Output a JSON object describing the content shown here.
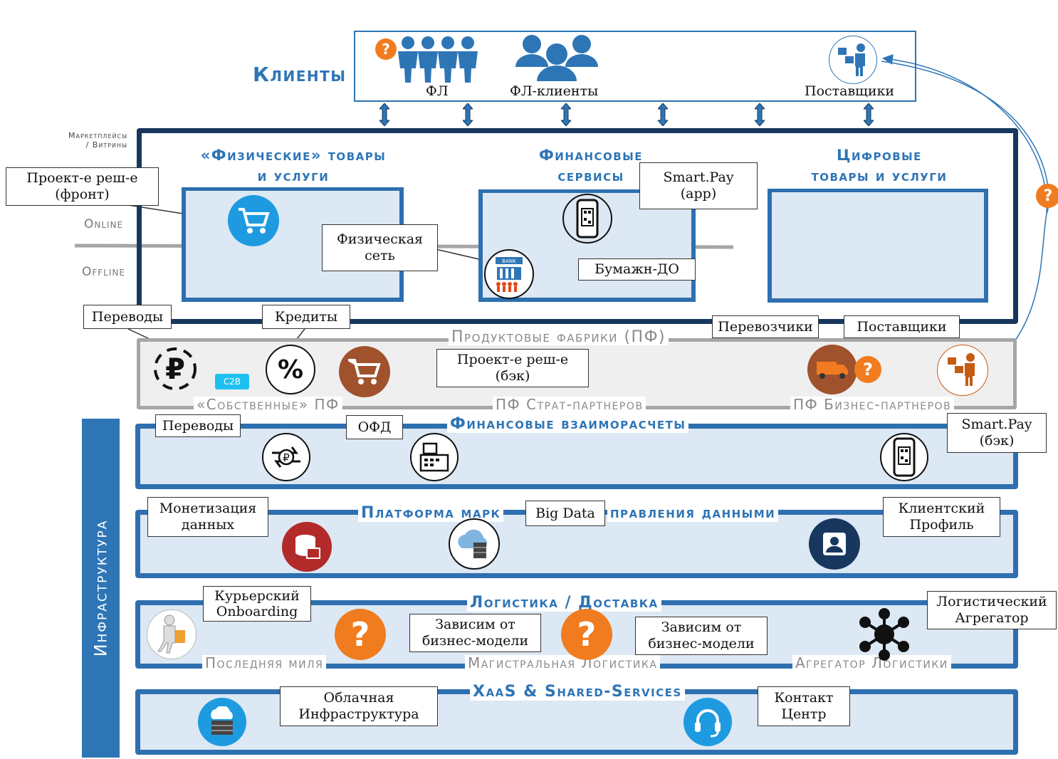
{
  "clients": {
    "title": "Клиенты",
    "fl": "ФЛ",
    "fl_clients": "ФЛ-клиенты",
    "suppliers": "Поставщики"
  },
  "marketplaces": {
    "side_label_1": "Маркетплейсы",
    "side_label_2": "/ Витрины",
    "online": "Online",
    "offline": "Offline",
    "physical_title_1": "«Физические» товары",
    "physical_title_2": "и услуги",
    "financial_title_1": "Финансовые",
    "financial_title_2": "сервисы",
    "digital_title_1": "Цифровые",
    "digital_title_2": "товары и услуги",
    "bank_badge": "BANK"
  },
  "callouts": {
    "front_1": "Проект-е реш-е",
    "front_2": "(фронт)",
    "smartpay_app_1": "Smart.Pay",
    "smartpay_app_2": "(app)",
    "physical_network_1": "Физическая",
    "physical_network_2": "сеть",
    "paper_do": "Бумажн-ДО",
    "transfers_top": "Переводы",
    "credits": "Кредиты",
    "carriers": "Перевозчики",
    "suppliers_pf": "Поставщики",
    "back_1": "Проект-е реш-е",
    "back_2": "(бэк)",
    "transfers_fin": "Переводы",
    "ofd": "ОФД",
    "smartpay_back_1": "Smart.Pay",
    "smartpay_back_2": "(бэк)",
    "monetization_1": "Монетизация",
    "monetization_2": "данных",
    "big_data": "Big Data",
    "client_profile_1": "Клиентский",
    "client_profile_2": "Профиль",
    "courier_1": "Курьерский",
    "courier_2": "Onboarding",
    "depends1_1": "Зависим от",
    "depends1_2": "бизнес-модели",
    "depends2_1": "Зависим от",
    "depends2_2": "бизнес-модели",
    "log_aggr_1": "Логистический",
    "log_aggr_2": "Агрегатор",
    "cloud_1": "Облачная",
    "cloud_2": "Инфраструктура",
    "contact_1": "Контакт",
    "contact_2": "Центр"
  },
  "factories": {
    "title": "Продуктовые фабрики (ПФ)",
    "own": "«Собственные» ПФ",
    "strat": "ПФ Страт-партнеров",
    "biz": "ПФ Бизнес-партнеров",
    "c2b": "C2B"
  },
  "infrastructure": {
    "side_label": "Инфраструктура",
    "fin_settlements": "Финансовые взаиморасчеты",
    "data_platform_1": "Платформа марк",
    "data_platform_2": "правления данными",
    "logistics": "Логистика / Доставка",
    "last_mile": "Последняя миля",
    "trunk": "Магистральная Логистика",
    "aggregator": "Агрегатор Логистики",
    "xaas": "XaaS & Shared-Services"
  },
  "question_mark": "?",
  "colors": {
    "accent_blue": "#2e75b6",
    "dark_navy": "#17375e",
    "orange": "#f07c1f",
    "band_fill": "#dce8f4",
    "grey": "#a6a6a6",
    "brown": "#a0522d"
  }
}
